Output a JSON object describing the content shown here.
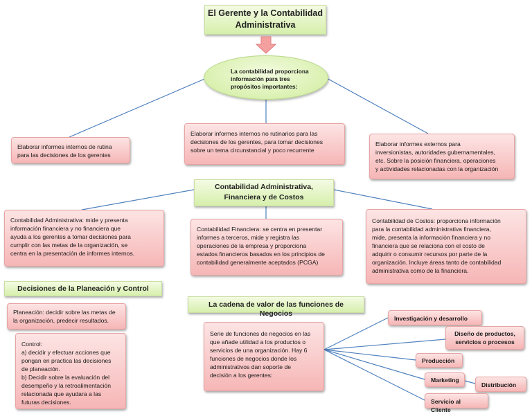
{
  "title": "El Gerente y la Contabilidad\nAdministrativa",
  "purpose": "La contabilidad proporciona\ninformación para tres\npropósitos importantes:",
  "purposes": [
    "Elaborar informes internos de rutina\npara las decisiones de los gerentes",
    "Elaborar informes internos no rutinarios para las\ndecisiones de los gerentes, para tomar decisiones\nsobre un tema circunstancial y poco recurrente",
    "Elaborar informes externos para\ninversionistas, autoridades gubernamentales,\netc. Sobre la posición financiera, operaciones\ny actividades relacionadas con la organización"
  ],
  "types_title": "Contabilidad Administrativa,\nFinanciera y de Costos",
  "types": [
    "Contabilidad Administrativa: mide y presenta\ninformación financiera y no financiera que\nayuda a los gerentes a tomar decisiones para\ncumplir con las metas de la organización, se\ncentra en la presentación de informes internos.",
    "Contabilidad Financiera: se centra en presentar\ninformes a terceros, mide y registra las\noperaciones de la empresa y proporciona\nestados financieros basados en los principios de\ncontabilidad generalmente aceptados (PCGA)",
    "Contabilidad de Costos: proporciona información\npara la contabilidad administrativa financiera,\nmide, presenta la información financiera y no\nfinanciera que se relaciona con el costo de\nadquirir o consumir recursos por parte de la\norganización. Incluye áreas tanto de contabilidad\nadministrativa como de la financiera."
  ],
  "planning_title": "Decisiones de la Planeación y Control",
  "planning": "Planeación: decidir sobre las metas de\nla organización, predecir resultados.",
  "control": "Control:\na) decidir y efectuar acciones que\npongan en practica las decisiones\nde planeación.\nb) Decidir sobre la evaluación del\ndesempeño y la retroalimentación\nrelacionada que ayudara a las\nfuturas decisiones.",
  "chain_title": "La cadena de valor de las funciones de Negocios",
  "chain": "Serie de funciones de negocios en las\nque añade utilidad a los productos o\nservicios de una organización. Hay 6\nfunciones de negocios donde los\nadministrativos dan soporte de\ndecisión a los gerentes:",
  "functions": [
    "Investigación y desarrollo",
    "Diseño de productos,\nservicios o procesos",
    "Producción",
    "Marketing",
    "Distribución",
    "Servicio al Cliente"
  ],
  "colors": {
    "box_pink": "#f6b6b6",
    "box_green": "#d6efac",
    "arrow": "#f4a0a0",
    "line": "#4f81bd"
  }
}
